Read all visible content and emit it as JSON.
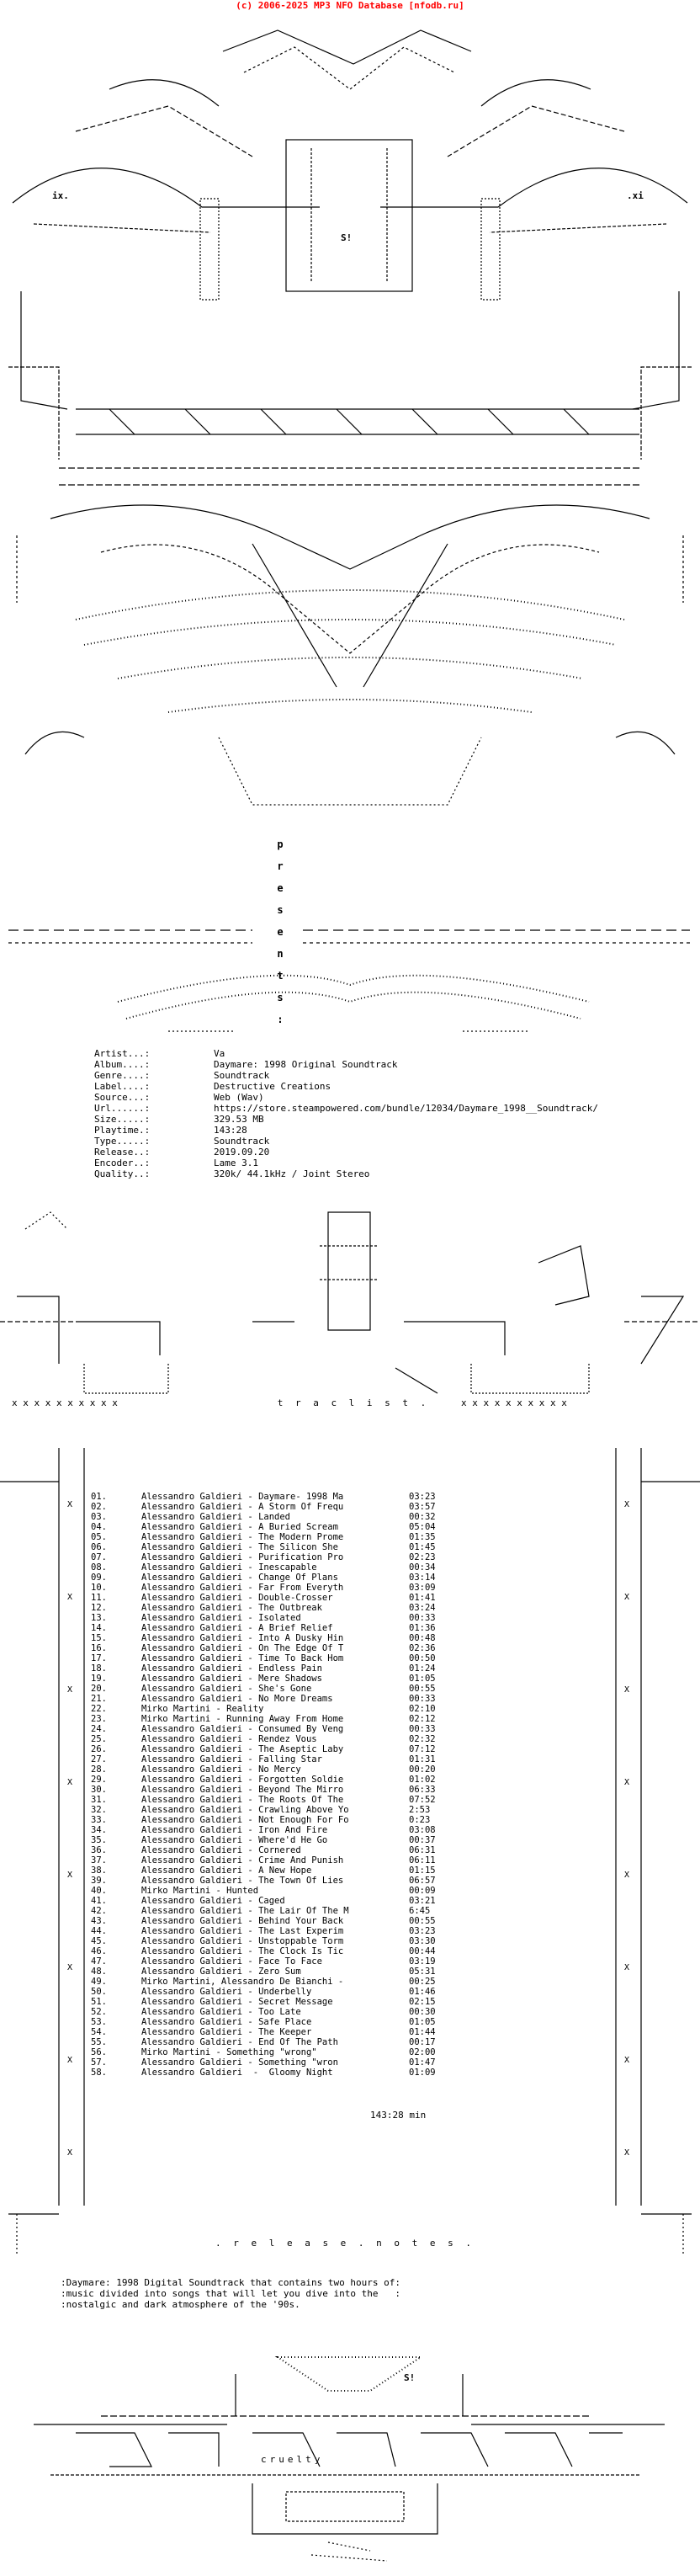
{
  "header": {
    "credit": "(c) 2006-2025 MP3 NFO Database [nfodb.ru]"
  },
  "logo_tags": {
    "left": "ix.",
    "right": ".xi",
    "center": "S!"
  },
  "presents_letters": [
    "p",
    "r",
    "e",
    "s",
    "e",
    "n",
    "t",
    "s",
    ":"
  ],
  "release_info": [
    {
      "label": "Artist...:",
      "value": "Va"
    },
    {
      "label": "Album....:",
      "value": "Daymare: 1998 Original Soundtrack"
    },
    {
      "label": "Genre....:",
      "value": "Soundtrack"
    },
    {
      "label": "Label....:",
      "value": "Destructive Creations"
    },
    {
      "label": "Source...:",
      "value": "Web (Wav)"
    },
    {
      "label": "Url......:",
      "value": "https://store.steampowered.com/bundle/12034/Daymare_1998__Soundtrack/"
    },
    {
      "label": "Size.....:",
      "value": "329.53 MB"
    },
    {
      "label": "Playtime.:",
      "value": "143:28"
    },
    {
      "label": "Type.....:",
      "value": "Soundtrack"
    },
    {
      "label": "Release..:",
      "value": "2019.09.20"
    },
    {
      "label": "Encoder..:",
      "value": "Lame 3.1"
    },
    {
      "label": "Quality..:",
      "value": "320k/ 44.1kHz / Joint Stereo"
    }
  ],
  "tracklist_title": "t r a c l i s t .",
  "tracks": [
    {
      "num": "01.",
      "title": "Alessandro Galdieri - Daymare- 1998 Ma",
      "time": "03:23"
    },
    {
      "num": "02.",
      "title": "Alessandro Galdieri - A Storm Of Frequ",
      "time": "03:57"
    },
    {
      "num": "03.",
      "title": "Alessandro Galdieri - Landed",
      "time": "00:32"
    },
    {
      "num": "04.",
      "title": "Alessandro Galdieri - A Buried Scream",
      "time": "05:04"
    },
    {
      "num": "05.",
      "title": "Alessandro Galdieri - The Modern Prome",
      "time": "01:35"
    },
    {
      "num": "06.",
      "title": "Alessandro Galdieri - The Silicon She",
      "time": "01:45"
    },
    {
      "num": "07.",
      "title": "Alessandro Galdieri - Purification Pro",
      "time": "02:23"
    },
    {
      "num": "08.",
      "title": "Alessandro Galdieri - Inescapable",
      "time": "00:34"
    },
    {
      "num": "09.",
      "title": "Alessandro Galdieri - Change Of Plans",
      "time": "03:14"
    },
    {
      "num": "10.",
      "title": "Alessandro Galdieri - Far From Everyth",
      "time": "03:09"
    },
    {
      "num": "11.",
      "title": "Alessandro Galdieri - Double-Crosser",
      "time": "01:41"
    },
    {
      "num": "12.",
      "title": "Alessandro Galdieri - The Outbreak",
      "time": "03:24"
    },
    {
      "num": "13.",
      "title": "Alessandro Galdieri - Isolated",
      "time": "00:33"
    },
    {
      "num": "14.",
      "title": "Alessandro Galdieri - A Brief Relief",
      "time": "01:36"
    },
    {
      "num": "15.",
      "title": "Alessandro Galdieri - Into A Dusky Hin",
      "time": "00:48"
    },
    {
      "num": "16.",
      "title": "Alessandro Galdieri - On The Edge Of T",
      "time": "02:36"
    },
    {
      "num": "17.",
      "title": "Alessandro Galdieri - Time To Back Hom",
      "time": "00:50"
    },
    {
      "num": "18.",
      "title": "Alessandro Galdieri - Endless Pain",
      "time": "01:24"
    },
    {
      "num": "19.",
      "title": "Alessandro Galdieri - Mere Shadows",
      "time": "01:05"
    },
    {
      "num": "20.",
      "title": "Alessandro Galdieri - She's Gone",
      "time": "00:55"
    },
    {
      "num": "21.",
      "title": "Alessandro Galdieri - No More Dreams",
      "time": "00:33"
    },
    {
      "num": "22.",
      "title": "Mirko Martini - Reality",
      "time": "02:10"
    },
    {
      "num": "23.",
      "title": "Mirko Martini - Running Away From Home",
      "time": "02:12"
    },
    {
      "num": "24.",
      "title": "Alessandro Galdieri - Consumed By Veng",
      "time": "00:33"
    },
    {
      "num": "25.",
      "title": "Alessandro Galdieri - Rendez Vous",
      "time": "02:32"
    },
    {
      "num": "26.",
      "title": "Alessandro Galdieri - The Aseptic Laby",
      "time": "07:12"
    },
    {
      "num": "27.",
      "title": "Alessandro Galdieri - Falling Star",
      "time": "01:31"
    },
    {
      "num": "28.",
      "title": "Alessandro Galdieri - No Mercy",
      "time": "00:20"
    },
    {
      "num": "29.",
      "title": "Alessandro Galdieri - Forgotten Soldie",
      "time": "01:02"
    },
    {
      "num": "30.",
      "title": "Alessandro Galdieri - Beyond The Mirro",
      "time": "06:33"
    },
    {
      "num": "31.",
      "title": "Alessandro Galdieri - The Roots Of The",
      "time": "07:52"
    },
    {
      "num": "32.",
      "title": "Alessandro Galdieri - Crawling Above Yo",
      "time": "2:53"
    },
    {
      "num": "33.",
      "title": "Alessandro Galdieri - Not Enough For Fo",
      "time": "0:23"
    },
    {
      "num": "34.",
      "title": "Alessandro Galdieri - Iron And Fire",
      "time": "03:08"
    },
    {
      "num": "35.",
      "title": "Alessandro Galdieri - Where'd He Go",
      "time": "00:37"
    },
    {
      "num": "36.",
      "title": "Alessandro Galdieri - Cornered",
      "time": "06:31"
    },
    {
      "num": "37.",
      "title": "Alessandro Galdieri - Crime And Punish",
      "time": "06:11"
    },
    {
      "num": "38.",
      "title": "Alessandro Galdieri - A New Hope",
      "time": "01:15"
    },
    {
      "num": "39.",
      "title": "Alessandro Galdieri - The Town Of Lies",
      "time": "06:57"
    },
    {
      "num": "40.",
      "title": "Mirko Martini - Hunted",
      "time": "00:09"
    },
    {
      "num": "41.",
      "title": "Alessandro Galdieri - Caged",
      "time": "03:21"
    },
    {
      "num": "42.",
      "title": "Alessandro Galdieri - The Lair Of The M",
      "time": "6:45"
    },
    {
      "num": "43.",
      "title": "Alessandro Galdieri - Behind Your Back",
      "time": "00:55"
    },
    {
      "num": "44.",
      "title": "Alessandro Galdieri - The Last Experim",
      "time": "03:23"
    },
    {
      "num": "45.",
      "title": "Alessandro Galdieri - Unstoppable Torm",
      "time": "03:30"
    },
    {
      "num": "46.",
      "title": "Alessandro Galdieri - The Clock Is Tic",
      "time": "00:44"
    },
    {
      "num": "47.",
      "title": "Alessandro Galdieri - Face To Face",
      "time": "03:19"
    },
    {
      "num": "48.",
      "title": "Alessandro Galdieri - Zero Sum",
      "time": "05:31"
    },
    {
      "num": "49.",
      "title": "Mirko Martini, Alessandro De Bianchi -",
      "time": "00:25"
    },
    {
      "num": "50.",
      "title": "Alessandro Galdieri - Underbelly",
      "time": "01:46"
    },
    {
      "num": "51.",
      "title": "Alessandro Galdieri - Secret Message",
      "time": "02:15"
    },
    {
      "num": "52.",
      "title": "Alessandro Galdieri - Too Late",
      "time": "00:30"
    },
    {
      "num": "53.",
      "title": "Alessandro Galdieri - Safe Place",
      "time": "01:05"
    },
    {
      "num": "54.",
      "title": "Alessandro Galdieri - The Keeper",
      "time": "01:44"
    },
    {
      "num": "55.",
      "title": "Alessandro Galdieri - End Of The Path",
      "time": "00:17"
    },
    {
      "num": "56.",
      "title": "Mirko Martini - Something \"wrong\"",
      "time": "02:00"
    },
    {
      "num": "57.",
      "title": "Alessandro Galdieri - Something \"wron",
      "time": "01:47"
    },
    {
      "num": "58.",
      "title": "Alessandro Galdieri  -  Gloomy Night",
      "time": "01:09"
    }
  ],
  "total_playtime": "143:28 min",
  "release_notes_title": ". r e l e a s e . n o t e s .",
  "release_notes": [
    ":Daymare: 1998 Digital Soundtrack that contains two hours of:",
    ":music divided into songs that will let you dive into the   :",
    ":nostalgic and dark atmosphere of the '90s."
  ],
  "footer_group": "cruelty",
  "footer_tag": "S!"
}
